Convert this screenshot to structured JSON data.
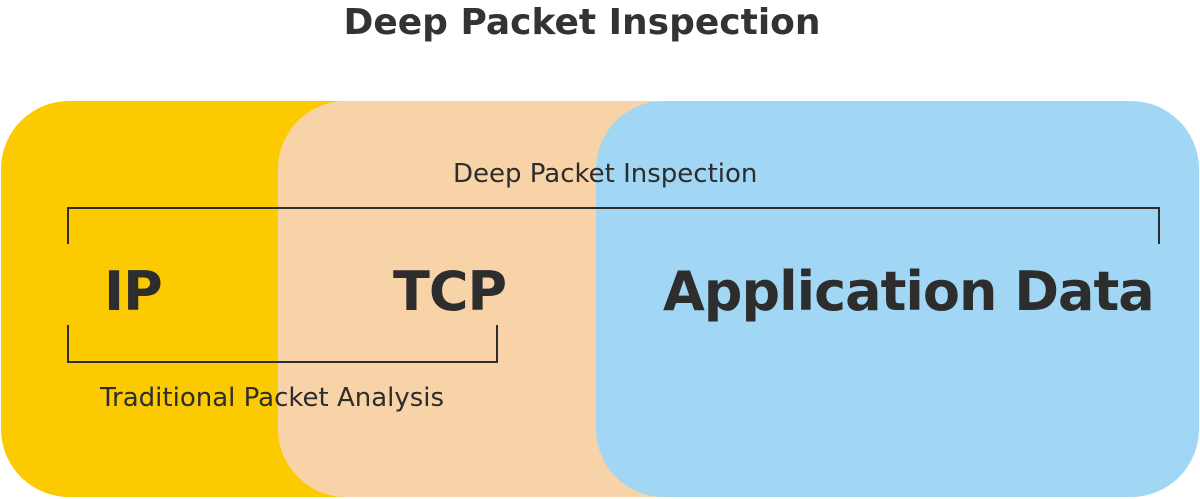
{
  "title": "Deep Packet Inspection",
  "layers": {
    "ip": "IP",
    "tcp": "TCP",
    "application": "Application Data"
  },
  "spans": {
    "deep_packet_inspection": "Deep Packet Inspection",
    "traditional_packet_analysis": "Traditional Packet Analysis"
  },
  "colors": {
    "ip_block": "#fcca00",
    "tcp_block": "#f8d3a8",
    "application_block": "#a1d6f5",
    "text": "#2d2d2d"
  }
}
